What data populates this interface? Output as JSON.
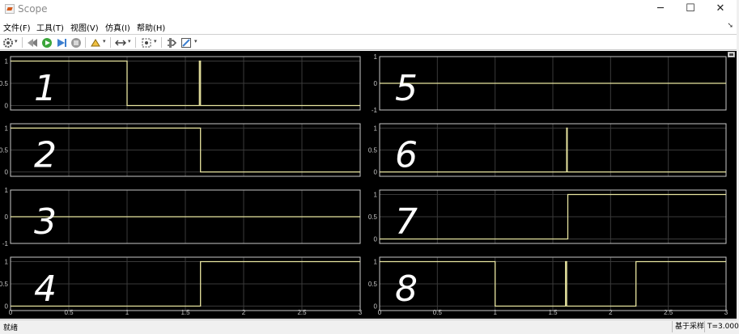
{
  "window": {
    "title": "Scope",
    "controls": [
      "─",
      "☐",
      "✕"
    ]
  },
  "menubar": {
    "items": [
      "文件(F)",
      "工具(T)",
      "视图(V)",
      "仿真(I)",
      "帮助(H)"
    ]
  },
  "toolbar": {
    "icons": [
      "settings-icon",
      "restore-simulation-icon",
      "run-icon",
      "step-forward-icon",
      "stop-icon",
      "highlight-icon",
      "cursor-measure-icon",
      "zoom-icon",
      "signal-select-icon",
      "style-icon"
    ]
  },
  "colors": {
    "trace": "#e8e5a0",
    "axes": "#c8c8c8",
    "grid": "#3a3a3a",
    "background": "#000000"
  },
  "status": {
    "left": "就绪",
    "mode": "基于采样",
    "time": "T=3.000"
  },
  "annotations": [
    "1",
    "2",
    "3",
    "4",
    "5",
    "6",
    "7",
    "8"
  ],
  "chart_data": [
    {
      "type": "line",
      "xlim": [
        0,
        3
      ],
      "ylim": [
        -0.1,
        1.1
      ],
      "yticks": [
        "0",
        "0.5",
        "1"
      ],
      "xticks": [],
      "series": [
        {
          "x": [
            0,
            1,
            1,
            1.62,
            1.62,
            1.63,
            1.63,
            3
          ],
          "y": [
            1,
            1,
            0,
            0,
            1,
            1,
            0,
            0
          ]
        }
      ]
    },
    {
      "type": "line",
      "xlim": [
        0,
        3
      ],
      "ylim": [
        -0.1,
        1.1
      ],
      "yticks": [
        "0",
        "0.5",
        "1"
      ],
      "xticks": [],
      "series": [
        {
          "x": [
            0,
            1.63,
            1.63,
            3
          ],
          "y": [
            1,
            1,
            0,
            0
          ]
        }
      ]
    },
    {
      "type": "line",
      "xlim": [
        0,
        3
      ],
      "ylim": [
        -1,
        1
      ],
      "yticks": [
        "-1",
        "0",
        "1"
      ],
      "xticks": [],
      "series": [
        {
          "x": [
            0,
            3
          ],
          "y": [
            0,
            0
          ]
        }
      ]
    },
    {
      "type": "line",
      "xlim": [
        0,
        3
      ],
      "ylim": [
        -0.1,
        1.1
      ],
      "yticks": [
        "0",
        "0.5",
        "1"
      ],
      "xticks": [
        "0",
        "0.5",
        "1",
        "1.5",
        "2",
        "2.5",
        "3"
      ],
      "series": [
        {
          "x": [
            0,
            1.63,
            1.63,
            3
          ],
          "y": [
            0,
            0,
            1,
            1
          ]
        }
      ]
    },
    {
      "type": "line",
      "xlim": [
        0,
        3
      ],
      "ylim": [
        -1,
        1
      ],
      "yticks": [
        "-1",
        "0",
        "1"
      ],
      "xticks": [],
      "series": [
        {
          "x": [
            0,
            3
          ],
          "y": [
            0,
            0
          ]
        }
      ]
    },
    {
      "type": "line",
      "xlim": [
        0,
        3
      ],
      "ylim": [
        -0.1,
        1.1
      ],
      "yticks": [
        "0",
        "0.5",
        "1"
      ],
      "xticks": [],
      "series": [
        {
          "x": [
            0,
            1.62,
            1.62,
            1.625,
            1.625,
            3
          ],
          "y": [
            0,
            0,
            1,
            1,
            0,
            0
          ]
        }
      ]
    },
    {
      "type": "line",
      "xlim": [
        0,
        3
      ],
      "ylim": [
        -0.1,
        1.1
      ],
      "yticks": [
        "0",
        "0.5",
        "1"
      ],
      "xticks": [],
      "series": [
        {
          "x": [
            0,
            1.63,
            1.63,
            3
          ],
          "y": [
            0,
            0,
            1,
            1
          ]
        }
      ]
    },
    {
      "type": "line",
      "xlim": [
        0,
        3
      ],
      "ylim": [
        -0.1,
        1.1
      ],
      "yticks": [
        "0",
        "0.5",
        "1"
      ],
      "xticks": [
        "0",
        "0.5",
        "1",
        "1.5",
        "2",
        "2.5",
        "3"
      ],
      "series": [
        {
          "x": [
            0,
            1,
            1,
            1.61,
            1.61,
            1.62,
            1.62,
            2.22,
            2.22,
            3
          ],
          "y": [
            1,
            1,
            0,
            0,
            1,
            1,
            0,
            0,
            1,
            1
          ]
        }
      ]
    }
  ]
}
